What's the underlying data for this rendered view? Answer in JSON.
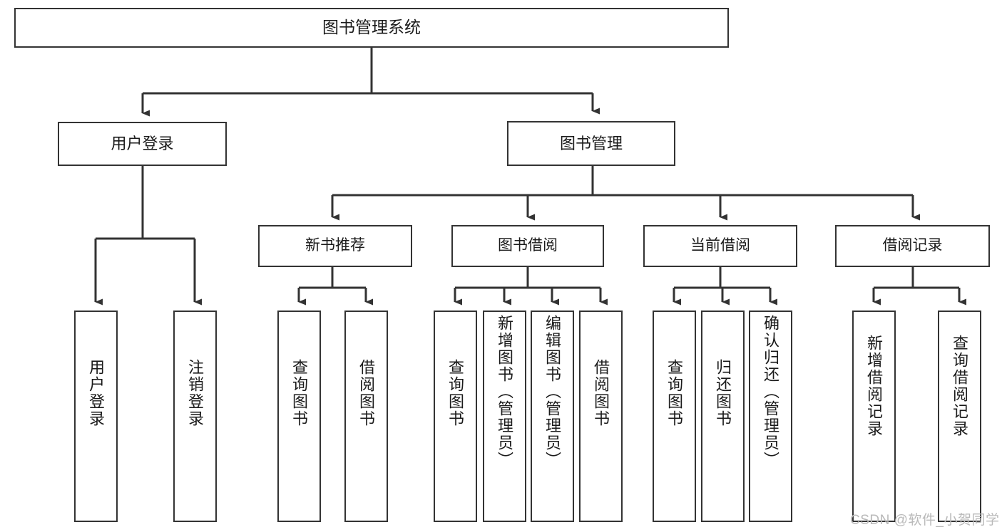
{
  "diagram": {
    "title": "图书管理系统",
    "type": "tree-hierarchy",
    "watermark": "CSDN @软件_小贺同学",
    "colors": {
      "box_border": "#333333",
      "box_fill": "#ffffff",
      "connector": "#333333",
      "text": "#1a1a1a",
      "watermark": "#b9b9b9"
    },
    "root": {
      "id": "root",
      "label": "图书管理系统"
    },
    "level1": [
      {
        "id": "user-login",
        "label": "用户登录"
      },
      {
        "id": "book-management",
        "label": "图书管理"
      }
    ],
    "level2": [
      {
        "id": "new-book-recommend",
        "label": "新书推荐",
        "parent": "book-management"
      },
      {
        "id": "book-borrow",
        "label": "图书借阅",
        "parent": "book-management"
      },
      {
        "id": "current-borrow",
        "label": "当前借阅",
        "parent": "book-management"
      },
      {
        "id": "borrow-record",
        "label": "借阅记录",
        "parent": "book-management"
      }
    ],
    "leaves": [
      {
        "id": "leaf-user-login",
        "label": "用户登录",
        "parent": "user-login"
      },
      {
        "id": "leaf-logout-login",
        "label": "注销登录",
        "parent": "user-login"
      },
      {
        "id": "leaf-query-book-1",
        "label": "查询图书",
        "parent": "new-book-recommend"
      },
      {
        "id": "leaf-borrow-book-1",
        "label": "借阅图书",
        "parent": "new-book-recommend"
      },
      {
        "id": "leaf-query-book-2",
        "label": "查询图书",
        "parent": "book-borrow"
      },
      {
        "id": "leaf-add-book",
        "label": "新增图书（管理员）",
        "parent": "book-borrow"
      },
      {
        "id": "leaf-edit-book",
        "label": "编辑图书（管理员）",
        "parent": "book-borrow"
      },
      {
        "id": "leaf-borrow-book-2",
        "label": "借阅图书",
        "parent": "book-borrow"
      },
      {
        "id": "leaf-query-book-3",
        "label": "查询图书",
        "parent": "current-borrow"
      },
      {
        "id": "leaf-return-book",
        "label": "归还图书",
        "parent": "current-borrow"
      },
      {
        "id": "leaf-confirm-return",
        "label": "确认归还（管理员）",
        "parent": "current-borrow"
      },
      {
        "id": "leaf-add-record",
        "label": "新增借阅记录",
        "parent": "borrow-record"
      },
      {
        "id": "leaf-query-record",
        "label": "查询借阅记录",
        "parent": "borrow-record"
      }
    ]
  }
}
